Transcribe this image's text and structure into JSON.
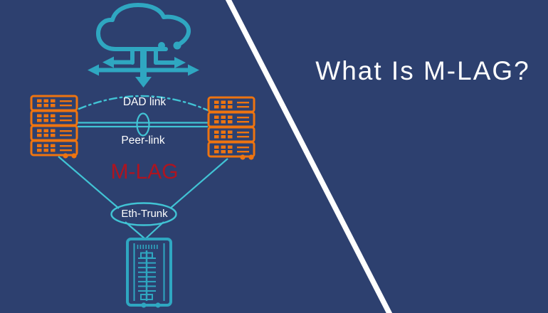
{
  "colors": {
    "bg": "#2d406f",
    "teal": "#2fa7c1",
    "teal-light": "#41c3d4",
    "orange": "#ee7410",
    "red": "#ae1420",
    "text": "#ffffff"
  },
  "header": {
    "title": "What Is M-LAG?"
  },
  "diagram": {
    "labels": {
      "dad_link": "DAD link",
      "peer_link": "Peer-link",
      "mlag": "M-LAG",
      "eth_trunk": "Eth-Trunk"
    },
    "icons": {
      "cloud": "network-cloud-icon",
      "left_switch": "switch-stack-left-icon",
      "right_switch": "switch-stack-right-icon",
      "server": "server-icon"
    }
  }
}
